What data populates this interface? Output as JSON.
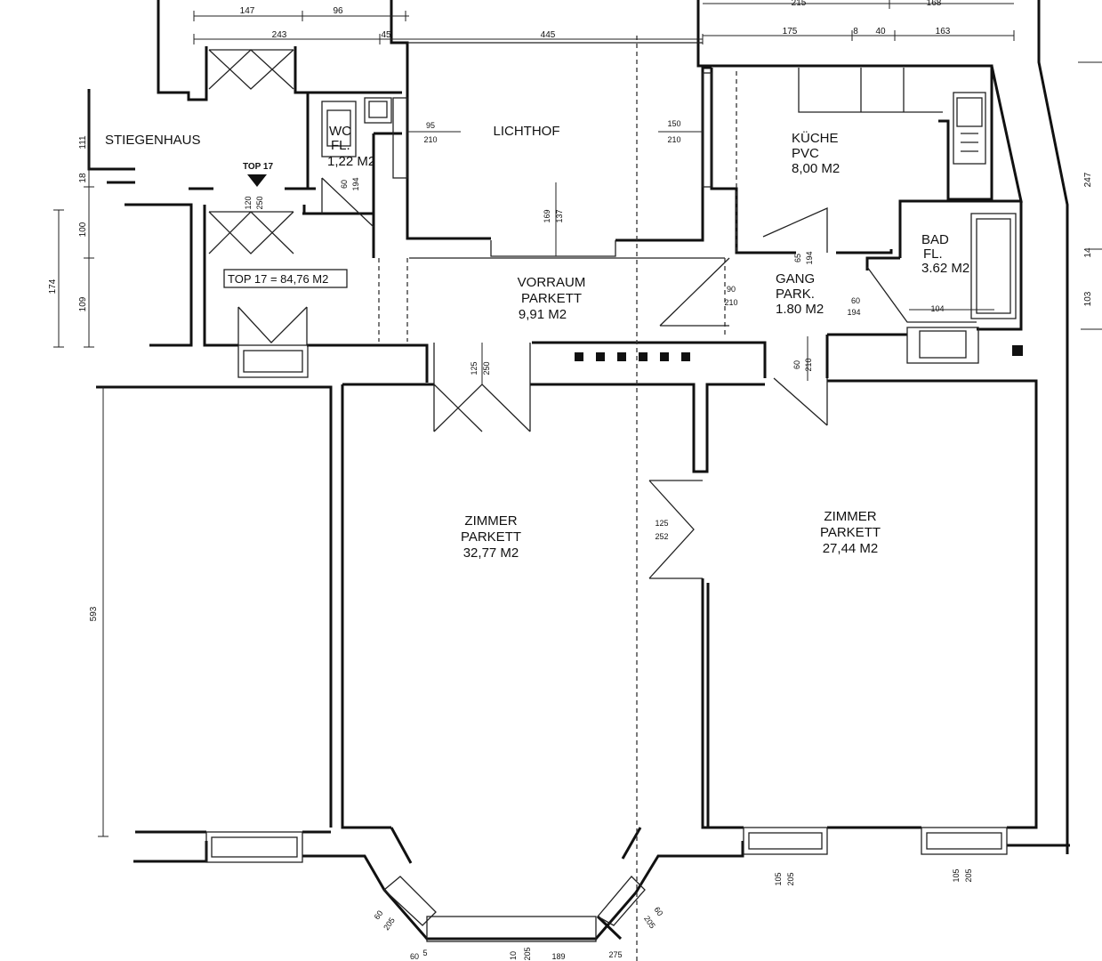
{
  "rooms": {
    "stiegenhaus": {
      "name": "STIEGENHAUS"
    },
    "wc": {
      "name": "WC",
      "floor": "FL.",
      "area": "1,22 M2"
    },
    "lichthof": {
      "name": "LICHTHOF"
    },
    "kueche": {
      "name": "KÜCHE",
      "floor": "PVC",
      "area": "8,00 M2"
    },
    "bad": {
      "name": "BAD",
      "floor": "FL.",
      "area": "3.62 M2"
    },
    "gang": {
      "name": "GANG",
      "floor": "PARK.",
      "area": "1.80 M2"
    },
    "vorraum": {
      "name": "VORRAUM",
      "floor": "PARKETT",
      "area": "9,91 M2"
    },
    "zimmer_mid": {
      "name": "ZIMMER",
      "floor": "PARKETT",
      "area": "32,77 M2"
    },
    "zimmer_right": {
      "name": "ZIMMER",
      "floor": "PARKETT",
      "area": "27,44 M2"
    }
  },
  "top": {
    "marker": "TOP 17",
    "total": "TOP 17 = 84,76 M2"
  },
  "dimensions": {
    "top_row": [
      "147",
      "96",
      "215",
      "168"
    ],
    "second_row": [
      "243",
      "45",
      "445",
      "175",
      "8",
      "40",
      "163"
    ],
    "left_col": [
      "111",
      "18",
      "100",
      "174",
      "109",
      "593"
    ],
    "right_col": [
      "247",
      "14",
      "103"
    ],
    "bottom_row": [
      "60",
      "5",
      "10",
      "205",
      "189",
      "275"
    ]
  },
  "openings": {
    "wc_door": [
      "60",
      "194"
    ],
    "lichthof_win_left": [
      "95",
      "210"
    ],
    "lichthof_win_right": [
      "150",
      "210"
    ],
    "entry_door": [
      "120",
      "250"
    ],
    "lichthof_bottom": [
      "169",
      "137"
    ],
    "kueche_door": [
      "65",
      "194"
    ],
    "gang_door": [
      "90",
      "210"
    ],
    "bad_door": [
      "60",
      "194"
    ],
    "bad_width": [
      "104"
    ],
    "zimmer_door": [
      "125",
      "250"
    ],
    "gang_zimmer_door": [
      "60",
      "210"
    ],
    "zimmer_connect": [
      "125",
      "252"
    ],
    "window_left_bay": [
      "60",
      "205"
    ],
    "window_right_bay": [
      "60",
      "205"
    ],
    "window_r1": [
      "105",
      "205"
    ],
    "window_r2": [
      "105",
      "205"
    ]
  }
}
